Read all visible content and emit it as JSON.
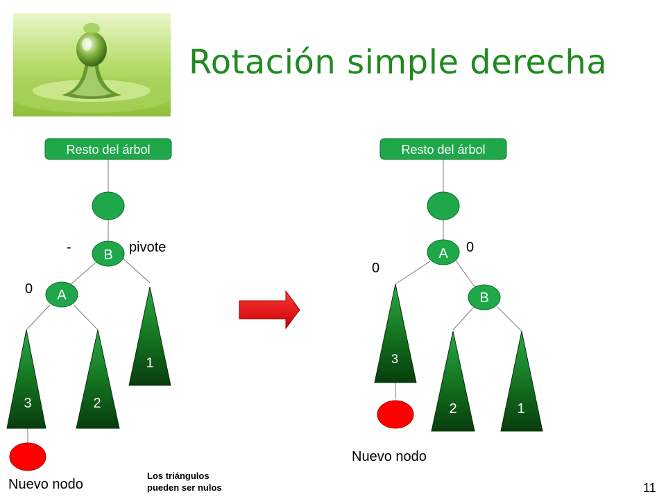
{
  "slide": {
    "title": "Rotación simple derecha",
    "page_number": "11",
    "note_line1": "Los triángulos",
    "note_line2": "pueden ser nulos"
  },
  "left": {
    "header": "Resto del árbol",
    "node_b": "B",
    "node_a": "A",
    "balance_b": "-",
    "pivot_label": "pivote",
    "balance_a": "0",
    "tri_3": "3",
    "tri_2": "2",
    "tri_1": "1",
    "new_node_label": "Nuevo nodo"
  },
  "right": {
    "header": "Resto del árbol",
    "node_a": "A",
    "node_b": "B",
    "balance_a": "0",
    "balance_b": "0",
    "tri_3": "3",
    "tri_2": "2",
    "tri_1": "1",
    "new_node_label": "Nuevo nodo"
  },
  "colors": {
    "title": "#1f8a1f",
    "node_green": "#1fa84a",
    "new_node_red": "#ff0000",
    "arrow_red": "#e81010",
    "triangle_light": "#1f9a3a",
    "triangle_dark": "#0b4a12"
  }
}
